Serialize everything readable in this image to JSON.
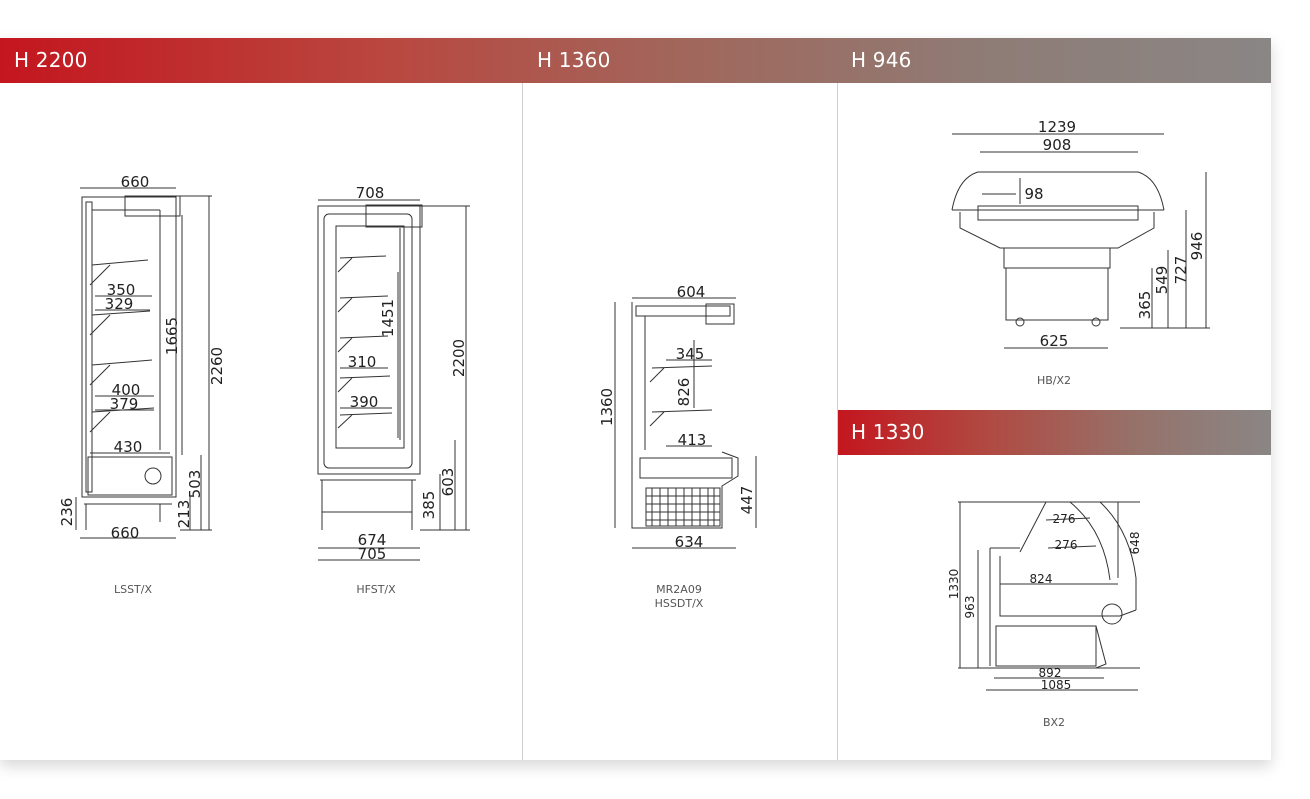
{
  "headers": {
    "h2200": "H 2200",
    "h1360": "H 1360",
    "h946": "H 946",
    "h1330": "H 1330"
  },
  "colors": {
    "header_start": "#c4161f",
    "header_end": "#8a8685",
    "line": "#222222",
    "separator": "#cfcfcf"
  },
  "models": {
    "lsst": {
      "caption": "LSST/X",
      "dims": {
        "top_width": "660",
        "shelf1_outer": "350",
        "shelf1_inner": "329",
        "shelf_span": "1665",
        "total_height": "2260",
        "shelf2_outer": "400",
        "shelf2_inner": "379",
        "base_depth": "430",
        "base_height": "503",
        "leg_height": "213",
        "plinth": "236",
        "bottom_width": "660"
      }
    },
    "hfst": {
      "caption": "HFST/X",
      "dims": {
        "top_width": "708",
        "shelf_span": "1451",
        "shelf1": "310",
        "shelf2": "390",
        "total_height": "2200",
        "base_height": "603",
        "leg_height": "385",
        "width_inner": "674",
        "width_outer": "705"
      }
    },
    "mr2a09": {
      "caption_line1": "MR2A09",
      "caption_line2": "HSSDT/X",
      "dims": {
        "top_width": "604",
        "total_height": "1360",
        "shelf1": "345",
        "shelf_span": "826",
        "shelf2": "413",
        "base_height": "447",
        "bottom_width": "634"
      }
    },
    "hb": {
      "caption": "HB/X2",
      "dims": {
        "outer_width": "1239",
        "inner_width": "908",
        "glass": "98",
        "total_height": "946",
        "height_727": "727",
        "height_549": "549",
        "height_365": "365",
        "base_width": "625"
      }
    },
    "bx2": {
      "caption": "BX2",
      "dims": {
        "shelf1": "276",
        "shelf2": "276",
        "glass_height": "648",
        "total_height": "1330",
        "counter_height": "963",
        "shelf_depth": "824",
        "inner_width": "892",
        "outer_width": "1085"
      }
    }
  }
}
